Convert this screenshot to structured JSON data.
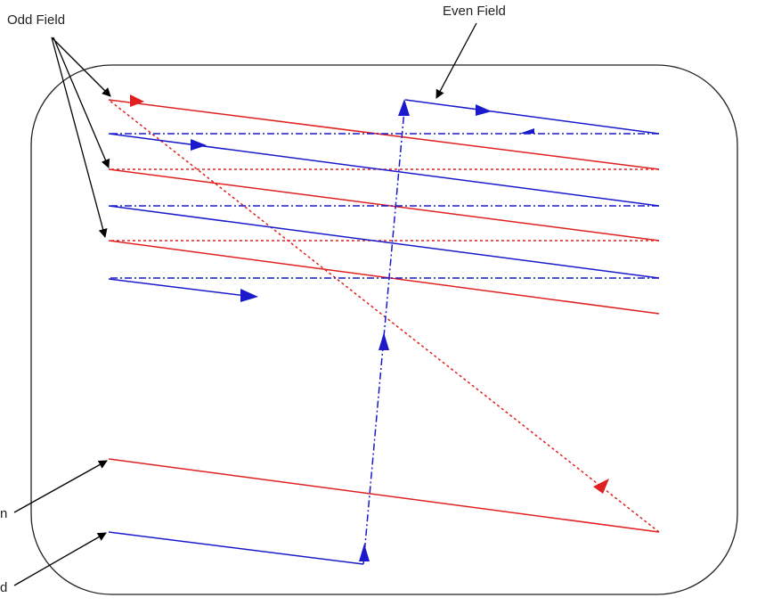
{
  "labels": {
    "odd_field": "Odd Field",
    "even_field": "Even Field",
    "left_label_1_partial": "n",
    "left_label_2_partial": "d"
  },
  "colors": {
    "odd": "#e02020",
    "even": "#1a1acc",
    "frame": "#222222",
    "annotation": "#000000"
  }
}
